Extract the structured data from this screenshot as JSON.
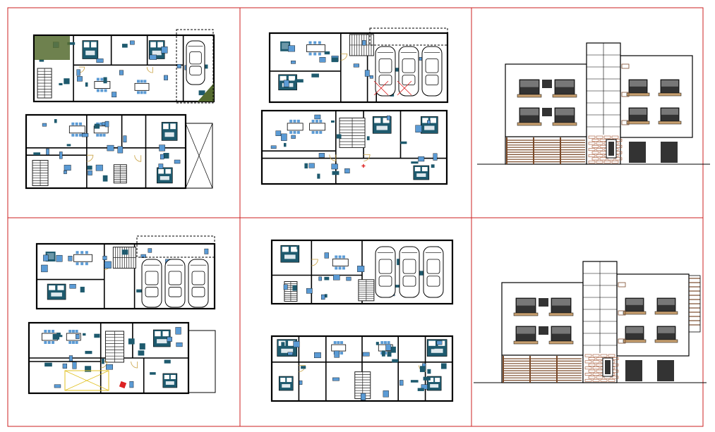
{
  "sheet": {
    "description_free": true,
    "colors": {
      "frame": "#cc2222",
      "wall": "#000000",
      "furniture": "#1e5a6e",
      "accent_blue": "#5b9bd5",
      "timber": "#7a4a2a",
      "brick": "#a0522d",
      "garden": "#556b2f",
      "window_dark": "#333333",
      "stair": "#222222"
    },
    "panels": [
      {
        "id": "plan-top-left",
        "kind": "floor-plan-pair"
      },
      {
        "id": "plan-top-middle",
        "kind": "floor-plan-pair"
      },
      {
        "id": "elevation-top-right",
        "kind": "front-elevation"
      },
      {
        "id": "plan-bottom-left",
        "kind": "floor-plan-pair"
      },
      {
        "id": "plan-bottom-middle",
        "kind": "floor-plan-pair"
      },
      {
        "id": "elevation-bottom-right",
        "kind": "front-elevation"
      }
    ],
    "icons": [
      "car-icon",
      "bed-icon",
      "dining-table-icon",
      "sofa-icon",
      "stair-icon",
      "tree-icon",
      "window-icon",
      "door-icon"
    ]
  }
}
